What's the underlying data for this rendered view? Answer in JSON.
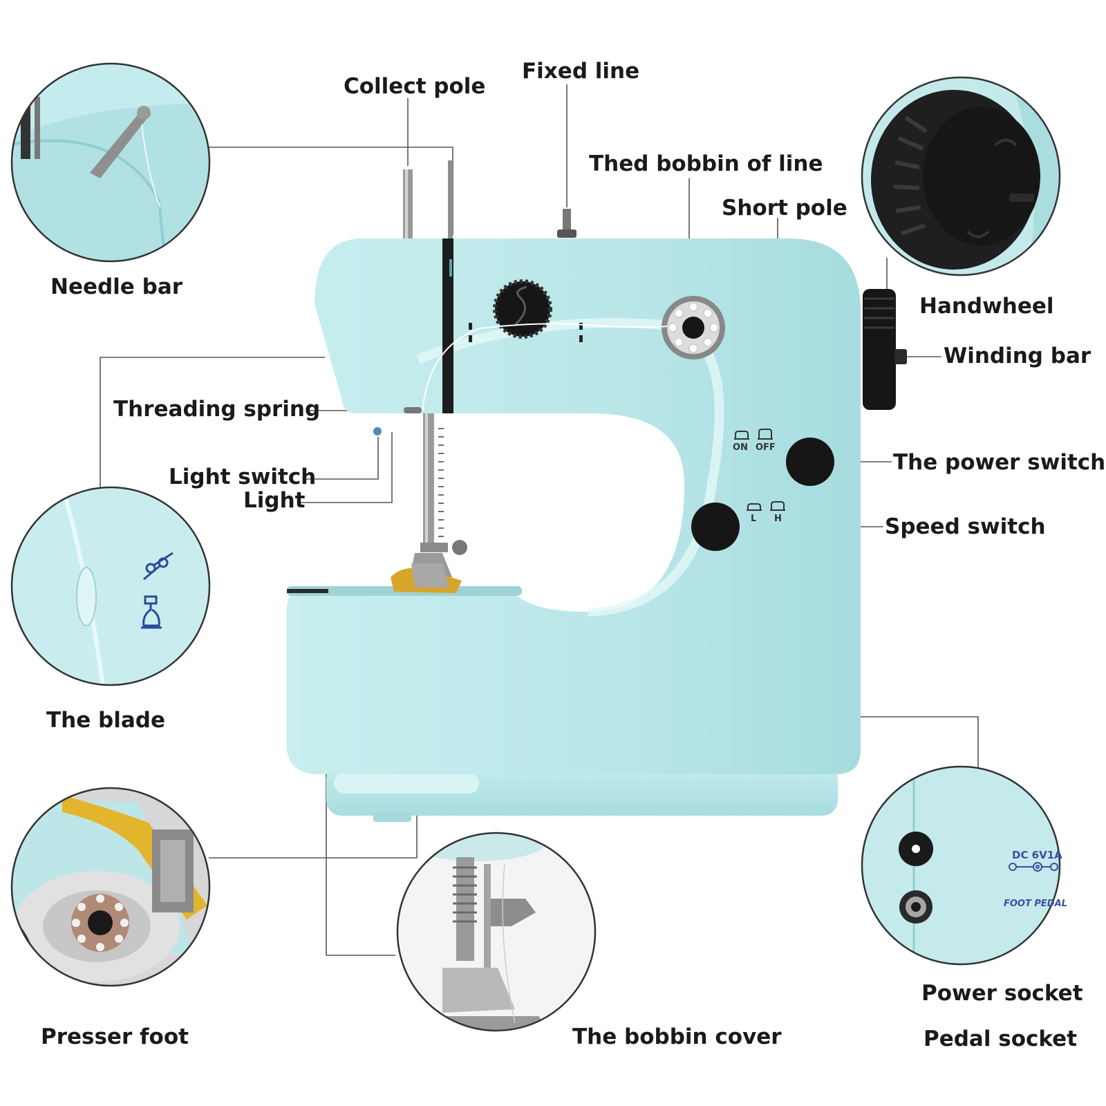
{
  "labels": {
    "collect_pole": "Collect pole",
    "fixed_line": "Fixed line",
    "thed_bobbin": "Thed bobbin of line",
    "short_pole": "Short pole",
    "needle_bar": "Needle bar",
    "handwheel": "Handwheel",
    "winding_bar": "Winding bar",
    "threading_spring": "Threading spring",
    "light_switch": "Light switch",
    "light": "Light",
    "power_switch": "The power switch",
    "speed_switch": "Speed switch",
    "the_blade": "The blade",
    "presser_foot": "Presser foot",
    "bobbin_cover": "The bobbin cover",
    "power_socket": "Power socket",
    "pedal_socket": "Pedal socket"
  },
  "machine_marks": {
    "on": "ON",
    "off": "OFF",
    "low": "L",
    "high": "H"
  },
  "socket_marks": {
    "dc_rating": "DC 6V1A",
    "foot_pedal": "FOOT PEDAL"
  },
  "colors": {
    "body": "#bfe9ea",
    "body_shade": "#9fd8da",
    "knob": "#161616",
    "line": "#555555",
    "label": "#1a1a1a"
  }
}
